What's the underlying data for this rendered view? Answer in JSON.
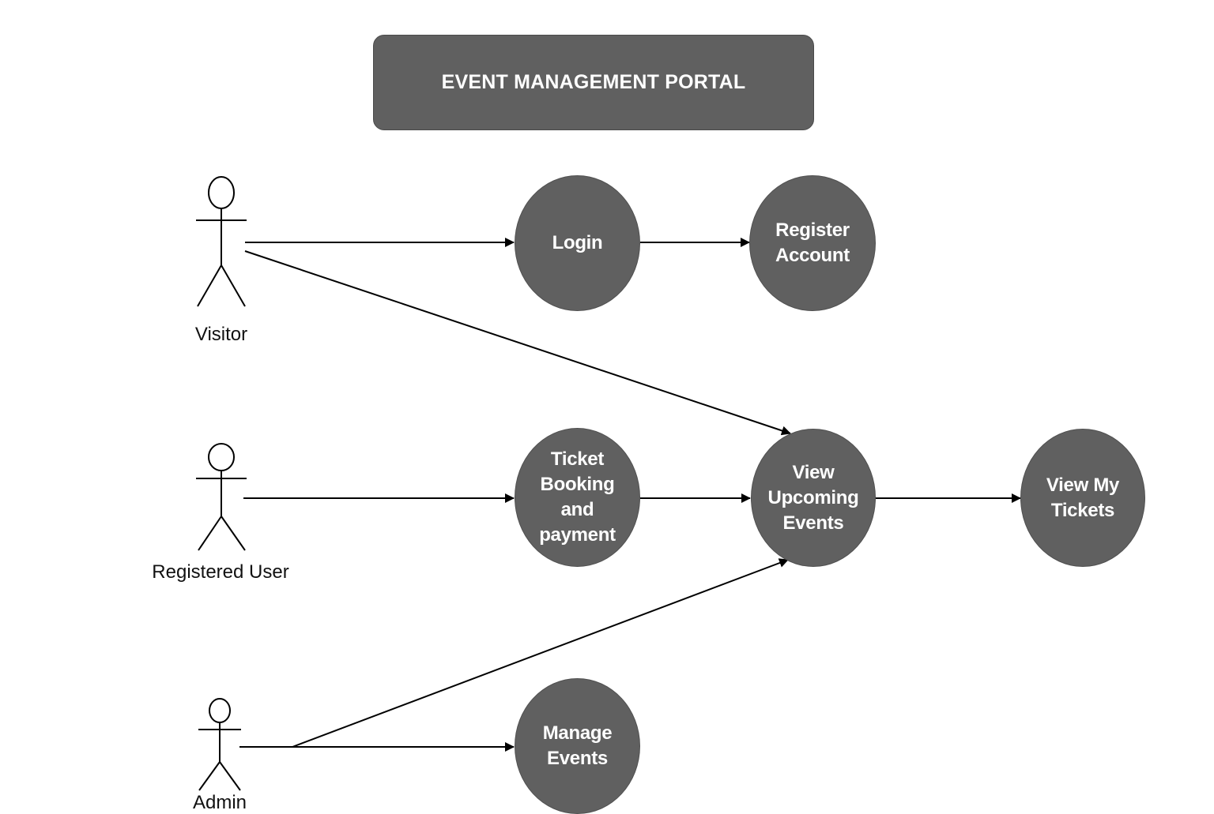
{
  "title": "EVENT MANAGEMENT PORTAL",
  "actors": {
    "visitor": "Visitor",
    "registered_user": "Registered User",
    "admin": "Admin"
  },
  "use_cases": {
    "login": "Login",
    "register_account": "Register\nAccount",
    "ticket_booking": "Ticket\nBooking and\npayment",
    "view_upcoming_events": "View\nUpcoming\nEvents",
    "view_my_tickets": "View My\nTickets",
    "manage_events": "Manage\nEvents"
  },
  "colors": {
    "node_fill": "#606060",
    "node_text": "#ffffff",
    "line": "#000000"
  }
}
